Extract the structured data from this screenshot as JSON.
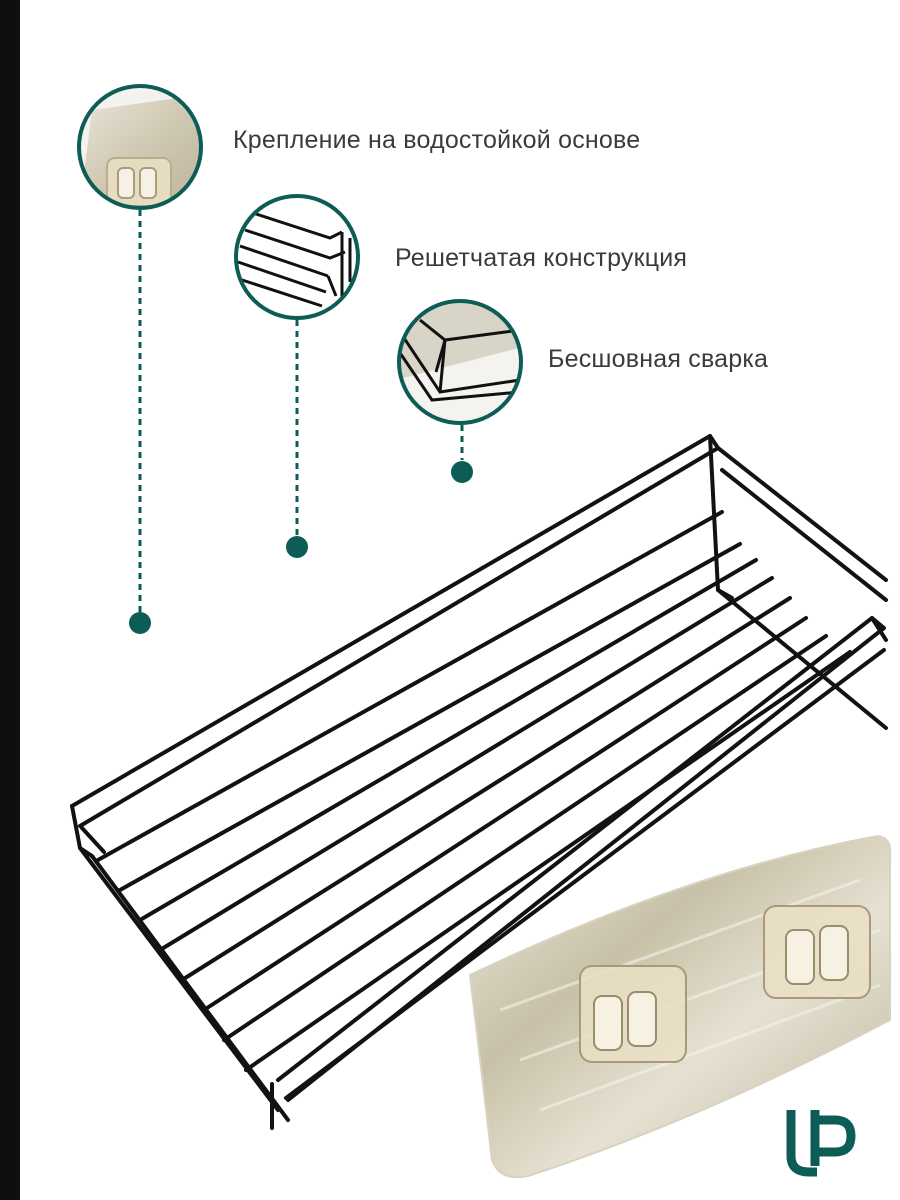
{
  "features": [
    {
      "label": "Крепление на водостойкой основе",
      "icon": "adhesive-hook-icon"
    },
    {
      "label": "Решетчатая конструкция",
      "icon": "wire-grid-icon"
    },
    {
      "label": "Бесшовная сварка",
      "icon": "weld-joint-icon"
    }
  ],
  "colors": {
    "accent": "#0d5c55",
    "wire": "#111111",
    "text": "#3b3b3b",
    "left_bar": "#0f0f0f",
    "plate": "#c9c2ab"
  },
  "product": {
    "name": "wire-shelf",
    "mount": "adhesive-hook-plate"
  },
  "brand": {
    "logo": "brand-logo"
  }
}
